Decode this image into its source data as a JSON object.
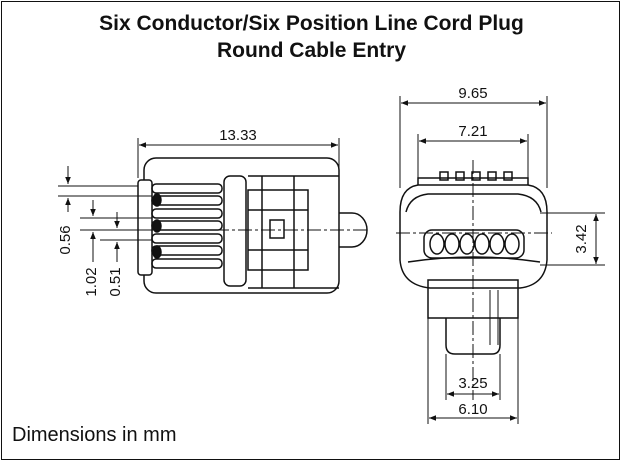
{
  "title_line1": "Six Conductor/Six Position Line Cord Plug",
  "title_line2": "Round Cable Entry",
  "footer": "Dimensions in mm",
  "dimensions": {
    "side_length": "13.33",
    "contact_width": "0.56",
    "contact_pitch": "1.02",
    "contact_gap": "0.51",
    "front_width": "9.65",
    "front_inner_width": "7.21",
    "front_height": "3.42",
    "tab_inner_width": "3.25",
    "tab_outer_width": "6.10"
  }
}
